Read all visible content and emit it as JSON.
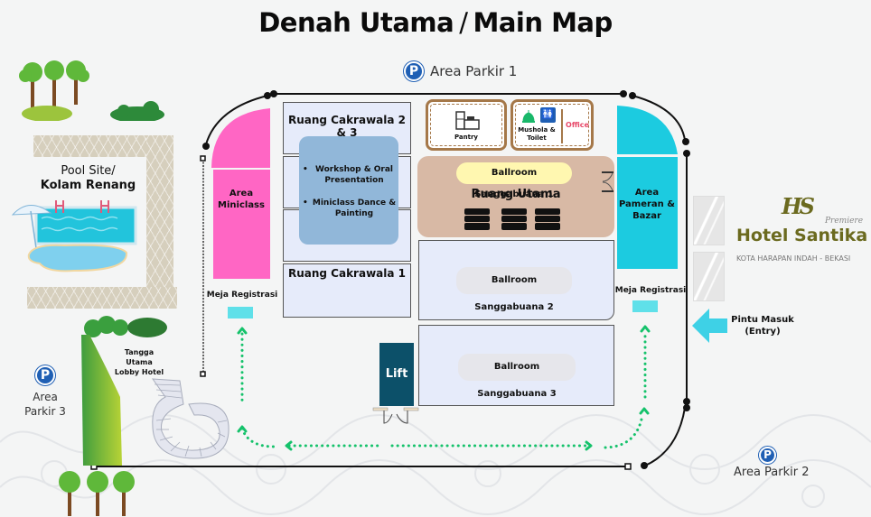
{
  "title": {
    "left": "Denah Utama",
    "slash": "/",
    "right": "Main Map"
  },
  "parking": {
    "icon": "parking-icon",
    "icon_glyph": "P",
    "area1": "Area Parkir 1",
    "area2": "Area Parkir 2",
    "area3_line1": "Area",
    "area3_line2": "Parkir 3"
  },
  "pool": {
    "line1": "Pool Site/",
    "line2": "Kolam Renang"
  },
  "stairs": {
    "line1": "Tangga",
    "line2": "Utama",
    "line3": "Lobby Hotel"
  },
  "rooms": {
    "cakrawala23": "Ruang Cakrawala 2 & 3",
    "cakrawala1": "Ruang Cakrawala 1",
    "activities": [
      "Workshop & Oral Presentation",
      "Miniclass Dance & Painting"
    ],
    "pantry": "Pantry",
    "mushola": "Mushola & Toilet",
    "office": "Office",
    "ballroom1": "Ballroom Sanggabuana 1",
    "ruang_utama": "Ruang Utama",
    "ballroom2": "Ballroom Sanggabuana 2",
    "ballroom3": "Ballroom Sanggabuana 3",
    "lift": "Lift",
    "miniclass_line1": "Area",
    "miniclass_line2": "Miniclass",
    "pameran_line1": "Area",
    "pameran_line2": "Pameran &",
    "pameran_line3": "Bazar",
    "registration_left": "Meja Registrasi",
    "registration_right": "Meja Registrasi"
  },
  "hotel": {
    "monogram": "HS",
    "tag": "Premiere",
    "name": "Hotel Santika",
    "location": "KOTA HARAPAN INDAH - BEKASI"
  },
  "entry": {
    "line1": "Pintu Masuk",
    "line2": "(Entry)"
  },
  "colors": {
    "miniclass": "#ff66c4",
    "pameran": "#1ccbe0",
    "ruang_utama": "#d8b9a5",
    "ballroom1_pill": "#fff7b0",
    "workshop": "#91b7d9",
    "lift": "#0c5069",
    "path": "#15c26b",
    "registration": "#5fe0e9",
    "parking": "#1f5fb4",
    "hotel_green": "#6b6a1f"
  }
}
